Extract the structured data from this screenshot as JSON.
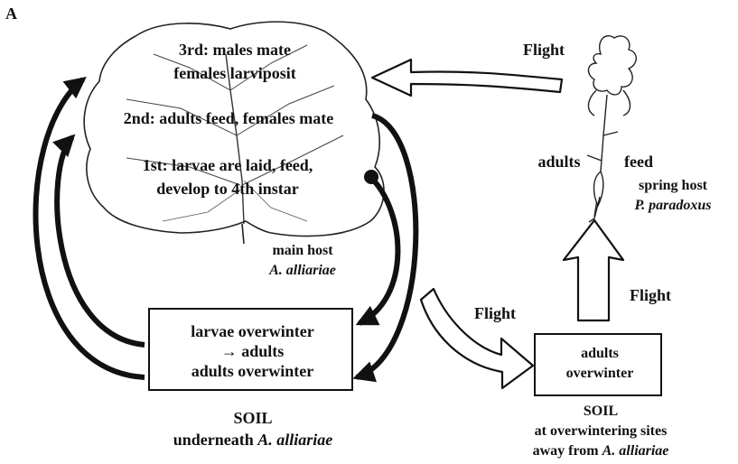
{
  "panel_label": "A",
  "leaf": {
    "step3_line1": "3rd: males mate",
    "step3_line2": "females larviposit",
    "step2": "2nd: adults feed, females mate",
    "step1_line1": "1st: larvae are laid, feed,",
    "step1_line2": "develop to 4th instar"
  },
  "main_host": {
    "label": "main host",
    "species": "A. alliariae"
  },
  "soil_box": {
    "line1": "larvae overwinter",
    "line2": "→ adults",
    "line3": "adults overwinter"
  },
  "soil_under": {
    "line1": "SOIL",
    "line2_prefix": "underneath ",
    "line2_species": "A. alliariae"
  },
  "flight_top": "Flight",
  "flight_mid": "Flight",
  "flight_right": "Flight",
  "spring_host": {
    "adults": "adults",
    "feed": "feed",
    "label": "spring host",
    "species": "P. paradoxus"
  },
  "away_box": {
    "line1": "adults",
    "line2": "overwinter"
  },
  "away_soil": {
    "line1": "SOIL",
    "line2": "at overwintering sites",
    "line3_prefix": "away from ",
    "line3_species": "A. alliariae"
  }
}
